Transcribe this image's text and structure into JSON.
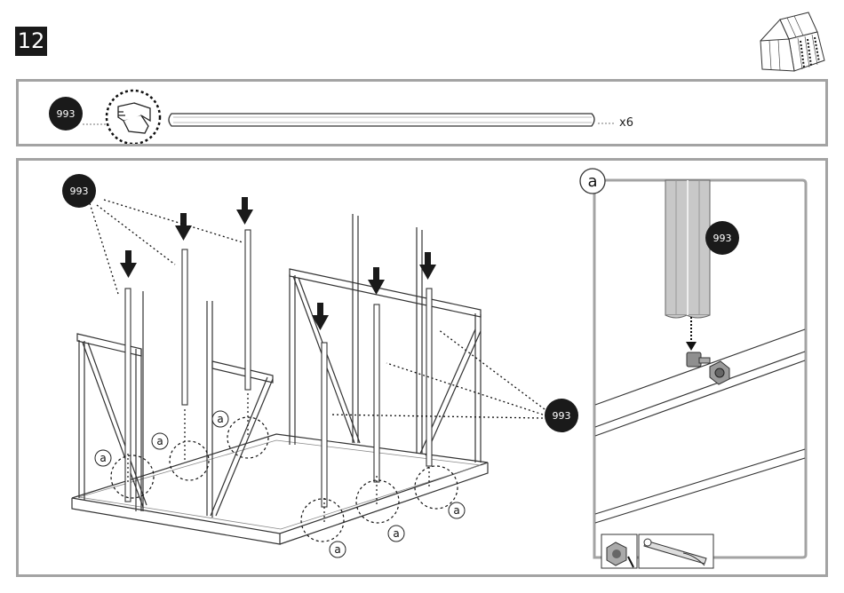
{
  "step": {
    "number": "12"
  },
  "parts": {
    "code": "993",
    "quantity": "x6"
  },
  "main": {
    "callout_code_left": "993",
    "callout_code_right": "993",
    "detail_marker": "a"
  },
  "detail": {
    "label": "a",
    "part_code": "993"
  }
}
